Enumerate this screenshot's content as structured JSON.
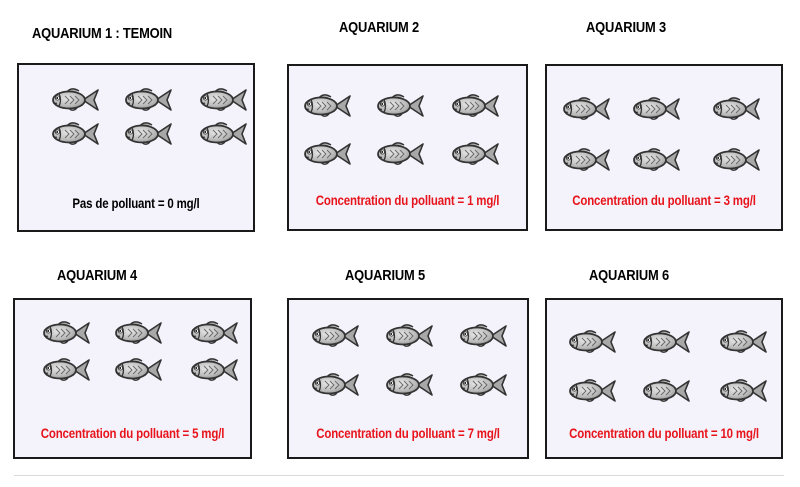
{
  "aquariums": [
    {
      "title": "AQUARIUM 1 : TEMOIN",
      "caption": "Pas de polluant = 0 mg/l",
      "concentration_mg_per_l": 0,
      "fish_count": 6,
      "caption_style": "neutral"
    },
    {
      "title": "AQUARIUM 2",
      "caption": "Concentration du polluant = 1 mg/l",
      "concentration_mg_per_l": 1,
      "fish_count": 6,
      "caption_style": "red"
    },
    {
      "title": "AQUARIUM 3",
      "caption": "Concentration du polluant = 3 mg/l",
      "concentration_mg_per_l": 3,
      "fish_count": 6,
      "caption_style": "red"
    },
    {
      "title": "AQUARIUM 4",
      "caption": "Concentration du polluant = 5 mg/l",
      "concentration_mg_per_l": 5,
      "fish_count": 6,
      "caption_style": "red"
    },
    {
      "title": "AQUARIUM 5",
      "caption": "Concentration du polluant = 7 mg/l",
      "concentration_mg_per_l": 7,
      "fish_count": 6,
      "caption_style": "red"
    },
    {
      "title": "AQUARIUM 6",
      "caption": "Concentration du polluant = 10 mg/l",
      "concentration_mg_per_l": 10,
      "fish_count": 6,
      "caption_style": "red"
    }
  ],
  "colors": {
    "tank_background": "#f4f2fb",
    "tank_border": "#1a1a1a",
    "control_caption": "#000000",
    "pollutant_caption": "#e8141b",
    "fish_body": "#c4c4c4"
  },
  "icons": {
    "fish": "fish-icon"
  }
}
